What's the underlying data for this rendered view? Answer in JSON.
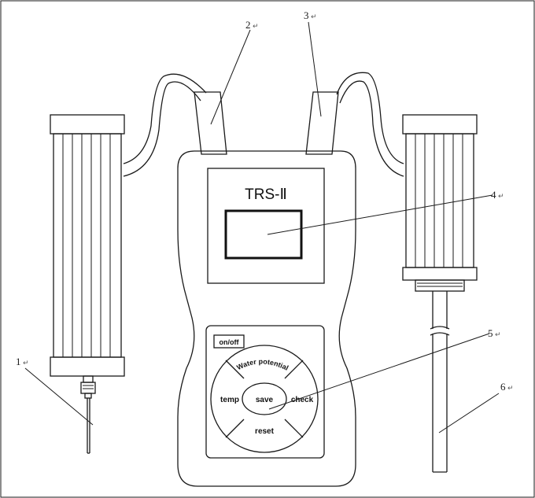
{
  "device": {
    "model": "TRS-Ⅱ",
    "buttons": {
      "power": "on/off",
      "top": "Water potential",
      "left": "temp",
      "center": "save",
      "right": "check",
      "bottom": "reset"
    }
  },
  "callouts": [
    {
      "id": "1",
      "label": "1"
    },
    {
      "id": "2",
      "label": "2"
    },
    {
      "id": "3",
      "label": "3"
    },
    {
      "id": "4",
      "label": "4"
    },
    {
      "id": "5",
      "label": "5"
    },
    {
      "id": "6",
      "label": "6"
    }
  ],
  "return_glyph": "↵"
}
